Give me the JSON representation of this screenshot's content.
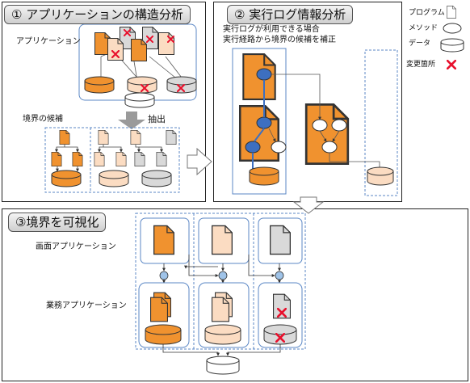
{
  "panel1": {
    "title": "① アプリケーションの構造分析",
    "app_label": "アプリケーション",
    "candidates_label": "境界の候補",
    "extract_label": "抽出"
  },
  "panel2": {
    "title": "② 実行ログ情報分析",
    "desc_line1": "実行ログが利用できる場合",
    "desc_line2": "実行経路から境界の候補を補正"
  },
  "panel3": {
    "title": "③境界を可視化",
    "screen_app_label": "画面アプリケーション",
    "business_app_label": "業務アプリケーション"
  },
  "legend": {
    "program": "プログラム",
    "method": "メソッド",
    "data": "データ",
    "change": "変更箇所"
  },
  "colors": {
    "orange": "#f0922f",
    "peach": "#fbdcc2",
    "gray": "#d9d9d9",
    "blue": "#3d6fc0",
    "dash": "#5b87c5",
    "red": "#e8112d"
  }
}
